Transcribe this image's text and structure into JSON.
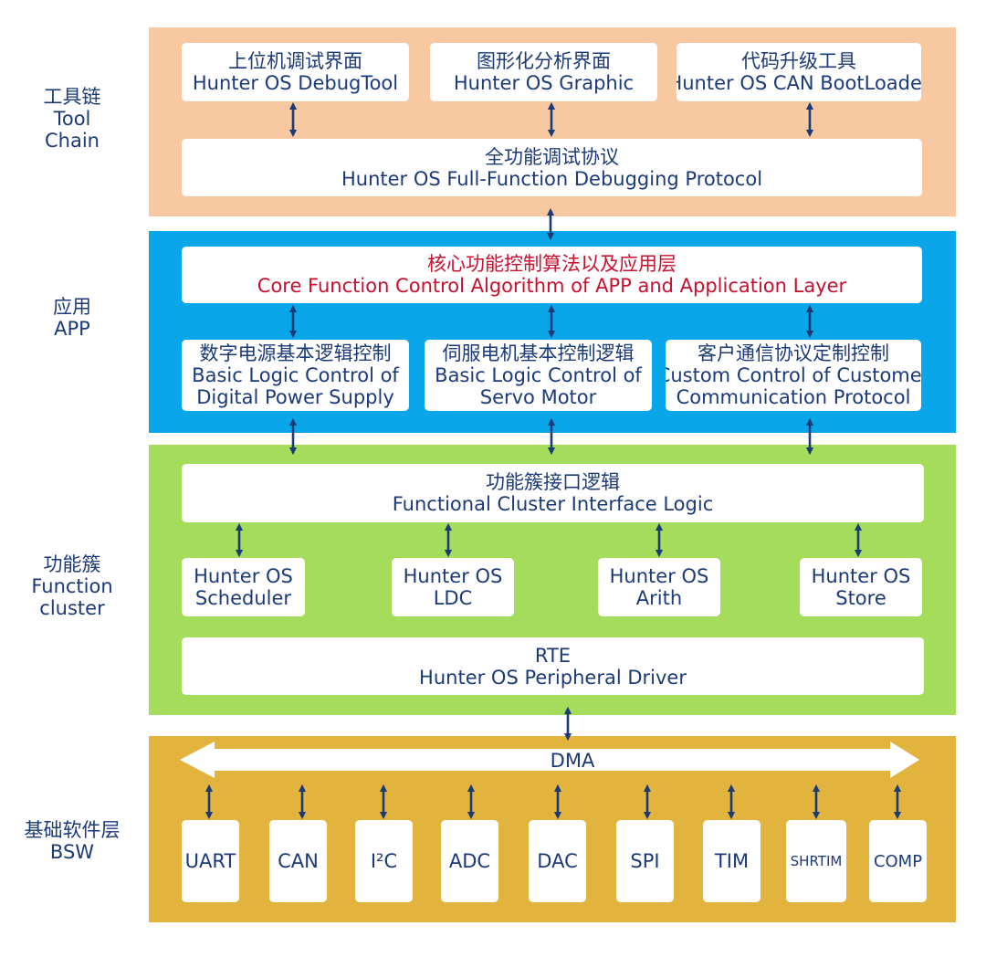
{
  "colors": {
    "toolchain_bg": "#f8c9a1",
    "app_bg": "#0aa6ea",
    "cluster_bg": "#a5dc5b",
    "bsw_bg": "#e2b43e",
    "text": "#1b3a78",
    "highlight": "#c8102e",
    "arrow": "#1b3a78"
  },
  "toolchain": {
    "side_label": [
      "工具链",
      "Tool",
      "Chain"
    ],
    "tools": [
      {
        "cn": "上位机调试界面",
        "en": "Hunter OS DebugTool"
      },
      {
        "cn": "图形化分析界面",
        "en": "Hunter OS Graphic"
      },
      {
        "cn": "代码升级工具",
        "en": "Hunter OS CAN BootLoader"
      }
    ],
    "protocol": {
      "cn": "全功能调试协议",
      "en": "Hunter OS Full-Function Debugging Protocol"
    }
  },
  "app": {
    "side_label": [
      "应用",
      "APP"
    ],
    "core": {
      "cn": "核心功能控制算法以及应用层",
      "en": "Core Function Control Algorithm of APP and Application Layer"
    },
    "modules": [
      {
        "cn": "数字电源基本逻辑控制",
        "en1": "Basic Logic Control of",
        "en2": "Digital Power Supply"
      },
      {
        "cn": "伺服电机基本控制逻辑",
        "en1": "Basic Logic Control of",
        "en2": "Servo Motor"
      },
      {
        "cn": "客户通信协议定制控制",
        "en1": "Custom Control of Customer",
        "en2": "Communication Protocol"
      }
    ]
  },
  "cluster": {
    "side_label": [
      "功能簇",
      "Function",
      "cluster"
    ],
    "interface": {
      "cn": "功能簇接口逻辑",
      "en": "Functional Cluster Interface Logic"
    },
    "modules": [
      {
        "line1": "Hunter OS",
        "line2": "Scheduler"
      },
      {
        "line1": "Hunter OS",
        "line2": "LDC"
      },
      {
        "line1": "Hunter OS",
        "line2": "Arith"
      },
      {
        "line1": "Hunter OS",
        "line2": "Store"
      }
    ],
    "rte": {
      "line1": "RTE",
      "line2": "Hunter OS Peripheral Driver"
    }
  },
  "bsw": {
    "side_label": [
      "基础软件层",
      "BSW"
    ],
    "dma_label": "DMA",
    "peripherals": [
      "UART",
      "CAN",
      "I²C",
      "ADC",
      "DAC",
      "SPI",
      "TIM",
      "SHRTIM",
      "COMP"
    ]
  }
}
